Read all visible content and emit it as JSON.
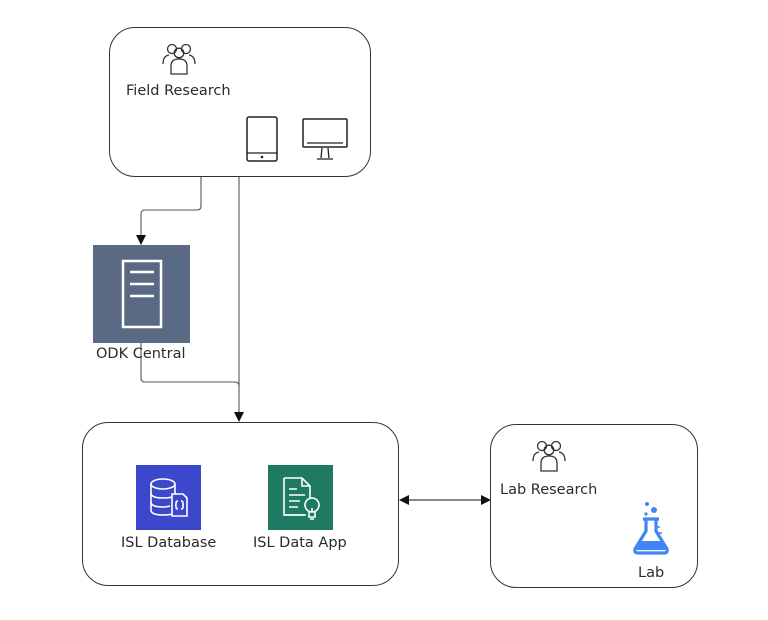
{
  "diagram": {
    "nodes": {
      "field_research": {
        "label": "Field Research",
        "icons": [
          "users-icon",
          "tablet-icon",
          "monitor-icon"
        ]
      },
      "odk_central": {
        "label": "ODK Central",
        "icon": "server-icon",
        "color": "#5a6a85"
      },
      "isl_database": {
        "label": "ISL Database",
        "icon": "database-icon",
        "color": "#3b48cc"
      },
      "isl_data_app": {
        "label": "ISL Data App",
        "icon": "document-lightbulb-icon",
        "color": "#1e7a62"
      },
      "lab_research": {
        "label": "Lab Research",
        "icon": "users-icon"
      },
      "lab": {
        "label": "Lab",
        "icon": "flask-icon",
        "color": "#4285f4"
      }
    },
    "edges": [
      {
        "from": "field_research",
        "to": "odk_central",
        "direction": "forward"
      },
      {
        "from": "field_research",
        "to": "isl_group",
        "direction": "forward"
      },
      {
        "from": "odk_central",
        "to": "isl_group",
        "direction": "forward"
      },
      {
        "from": "isl_group",
        "to": "lab_research",
        "direction": "both"
      }
    ]
  }
}
